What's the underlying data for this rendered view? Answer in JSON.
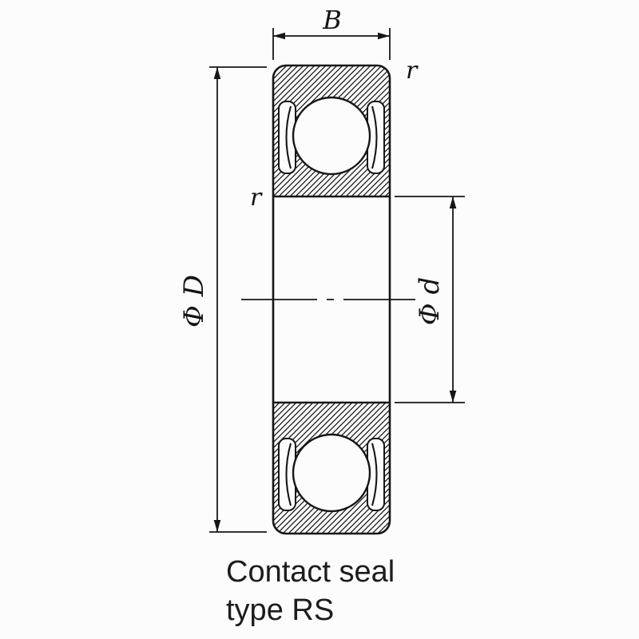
{
  "drawing": {
    "type": "bearing-cross-section",
    "caption": {
      "line1": "Contact seal",
      "line2": "type RS"
    },
    "dimensions": {
      "width_label": "B",
      "outer_diameter_label": "Φ D",
      "bore_diameter_label": "Φ d",
      "corner_radius_outer_label": "r",
      "corner_radius_inner_label": "r"
    },
    "colors": {
      "ink": "#161616",
      "background": "#fcfcfc"
    }
  }
}
